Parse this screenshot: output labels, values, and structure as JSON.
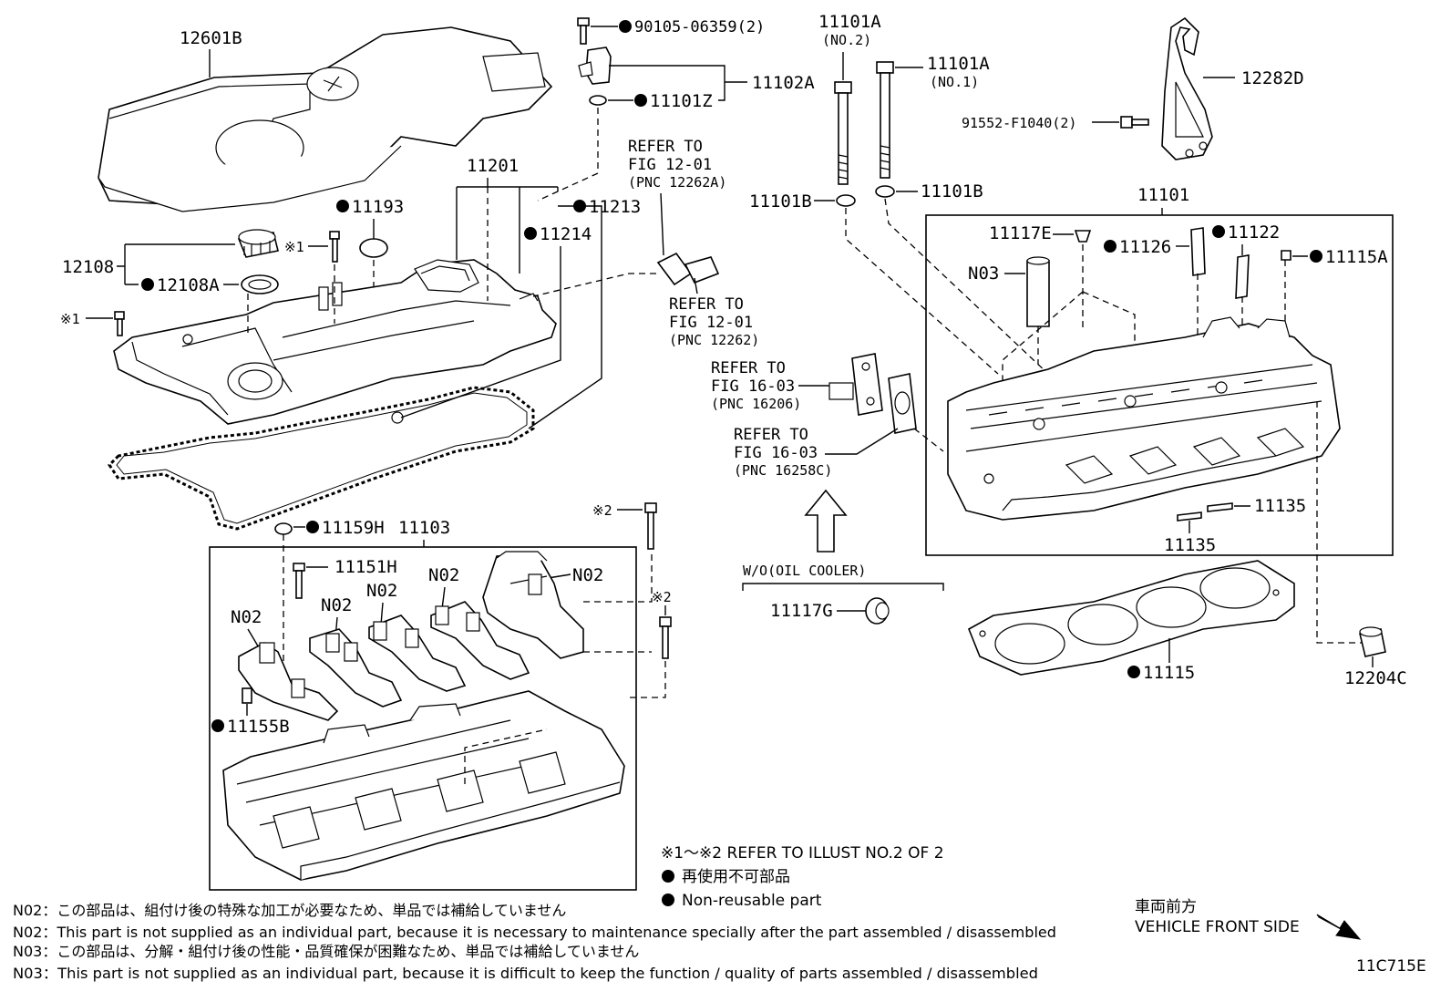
{
  "callouts": {
    "p12601B": "12601B",
    "p90105": "90105-06359(2)",
    "p11102A": "11102A",
    "p11101Z": "11101Z",
    "p11201": "11201",
    "p11193": "11193",
    "p11213": "11213",
    "p11214": "11214",
    "p12108": "12108",
    "p12108A": "12108A",
    "mark1a": "※1",
    "mark1b": "※1",
    "p11101A_no2": "11101A",
    "no2": "(NO.2)",
    "p11101A_no1": "11101A",
    "no1": "(NO.1)",
    "p11101B_left": "11101B",
    "p11101B_right": "11101B",
    "p12282D": "12282D",
    "p91552": "91552-F1040(2)",
    "p11101": "11101",
    "p11117E": "11117E",
    "p11126": "11126",
    "p11122": "11122",
    "p11115A": "11115A",
    "pN03": "N03",
    "p11135a": "11135",
    "p11135b": "11135",
    "p11115": "11115",
    "p12204C": "12204C",
    "p11159H": "11159H",
    "p11103": "11103",
    "p11151H": "11151H",
    "pN02a": "N02",
    "pN02b": "N02",
    "pN02c": "N02",
    "pN02d": "N02",
    "pN02e": "N02",
    "p11155B": "11155B",
    "mark2a": "※2",
    "mark2b": "※2",
    "p11117G": "11117G",
    "wo_oil": "W/O(OIL COOLER)"
  },
  "refs": {
    "r1": [
      "REFER TO",
      "FIG 12-01",
      "(PNC 12262A)"
    ],
    "r2": [
      "REFER TO",
      "FIG 12-01",
      "(PNC 12262)"
    ],
    "r3": [
      "REFER TO",
      "FIG 16-03",
      "(PNC 16206)"
    ],
    "r4": [
      "REFER TO",
      "FIG 16-03",
      "(PNC 16258C)"
    ]
  },
  "legend": {
    "refer_illust": "※1～※2  REFER TO ILLUST NO.2 OF 2",
    "jp_nonreusable": "再使用不可部品",
    "en_nonreusable": "Non-reusable part"
  },
  "notes": {
    "n02_jp": "N02：この部品は、組付け後の特殊な加工が必要なため、単品では補給していません",
    "n02_en": "N02：This part is not supplied as an individual part, because it is necessary to maintenance specially after the part assembled / disassembled",
    "n03_jp": "N03：この部品は、分解・組付け後の性能・品質確保が困難なため、単品では補給していません",
    "n03_en": "N03：This part is not supplied as an individual part, because it is difficult to keep the function / quality of parts  assembled / disassembled"
  },
  "front": {
    "jp": "車両前方",
    "en": "VEHICLE FRONT SIDE"
  },
  "illust_code": "11C715E"
}
